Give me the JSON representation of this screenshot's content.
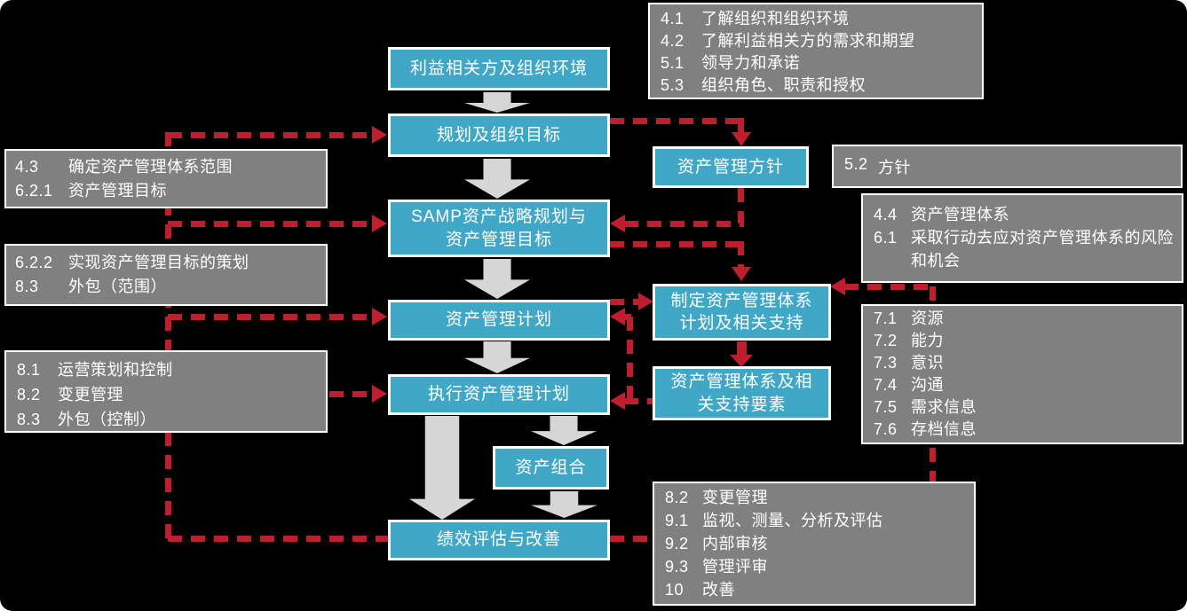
{
  "colors": {
    "accent_blue": "#41A7C7",
    "note_gray": "#808080",
    "arrow_red": "#BF1E2E",
    "block_arrow_gray": "#D6D6D6",
    "text": "#FFFFFF",
    "background": "#000000"
  },
  "flow": {
    "stakeholders": "利益相关方及组织环境",
    "planning": "规划及组织目标",
    "samp": {
      "line1": "SAMP资产战略规划与",
      "line2": "资产管理目标"
    },
    "am_plan": "资产管理计划",
    "execute": "执行资产管理计划",
    "portfolio": "资产组合",
    "performance": "绩效评估与改善",
    "policy": "资产管理方针",
    "establish": {
      "line1": "制定资产管理体系",
      "line2": "计划及相关支持"
    },
    "elements": {
      "line1": "资产管理体系及相",
      "line2": "关支持要素"
    }
  },
  "notes": {
    "context": {
      "items": [
        {
          "num": "4.1",
          "text": "了解组织和组织环境"
        },
        {
          "num": "4.2",
          "text": "了解利益相关方的需求和期望"
        },
        {
          "num": "5.1",
          "text": "领导力和承诺"
        },
        {
          "num": "5.3",
          "text": "组织角色、职责和授权"
        }
      ]
    },
    "scope": {
      "items": [
        {
          "num": "4.3",
          "text": "确定资产管理体系范围"
        },
        {
          "num": "6.2.1",
          "text": "资产管理目标"
        }
      ]
    },
    "planning_detail": {
      "items": [
        {
          "num": "6.2.2",
          "text": "实现资产管理目标的策划"
        },
        {
          "num": "8.3",
          "text": "外包（范围）"
        }
      ]
    },
    "operation": {
      "items": [
        {
          "num": "8.1",
          "text": "运营策划和控制"
        },
        {
          "num": "8.2",
          "text": "变更管理"
        },
        {
          "num": "8.3",
          "text": "外包（控制）"
        }
      ]
    },
    "policy_ref": {
      "items": [
        {
          "num": "5.2",
          "text": "方针"
        }
      ]
    },
    "system_ref": {
      "items": [
        {
          "num": "4.4",
          "text": "资产管理体系"
        },
        {
          "num": "6.1",
          "text": "采取行动去应对资产管理体系的风险和机会"
        }
      ]
    },
    "support": {
      "items": [
        {
          "num": "7.1",
          "text": "资源"
        },
        {
          "num": "7.2",
          "text": "能力"
        },
        {
          "num": "7.3",
          "text": "意识"
        },
        {
          "num": "7.4",
          "text": "沟通"
        },
        {
          "num": "7.5",
          "text": "需求信息"
        },
        {
          "num": "7.6",
          "text": "存档信息"
        }
      ]
    },
    "evaluation": {
      "items": [
        {
          "num": "8.2",
          "text": "变更管理"
        },
        {
          "num": "9.1",
          "text": "监视、测量、分析及评估"
        },
        {
          "num": "9.2",
          "text": "内部审核"
        },
        {
          "num": "9.3",
          "text": "管理评审"
        },
        {
          "num": "10",
          "text": "改善"
        }
      ]
    }
  }
}
